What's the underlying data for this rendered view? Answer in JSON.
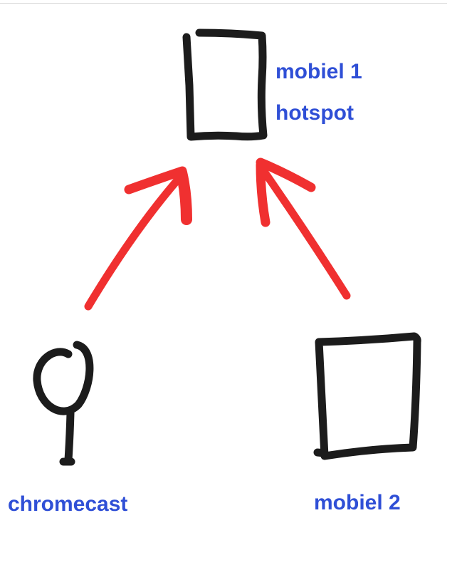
{
  "nodes": {
    "phone1": {
      "name_label": "mobiel 1",
      "role_label": "hotspot"
    },
    "chromecast": {
      "label": "chromecast"
    },
    "phone2": {
      "label": "mobiel 2"
    }
  },
  "colors": {
    "ink": "#1c1c1c",
    "arrow": "#f03030",
    "label": "#2f4fd6"
  },
  "edges": [
    {
      "from": "chromecast",
      "to": "phone1"
    },
    {
      "from": "phone2",
      "to": "phone1"
    }
  ]
}
